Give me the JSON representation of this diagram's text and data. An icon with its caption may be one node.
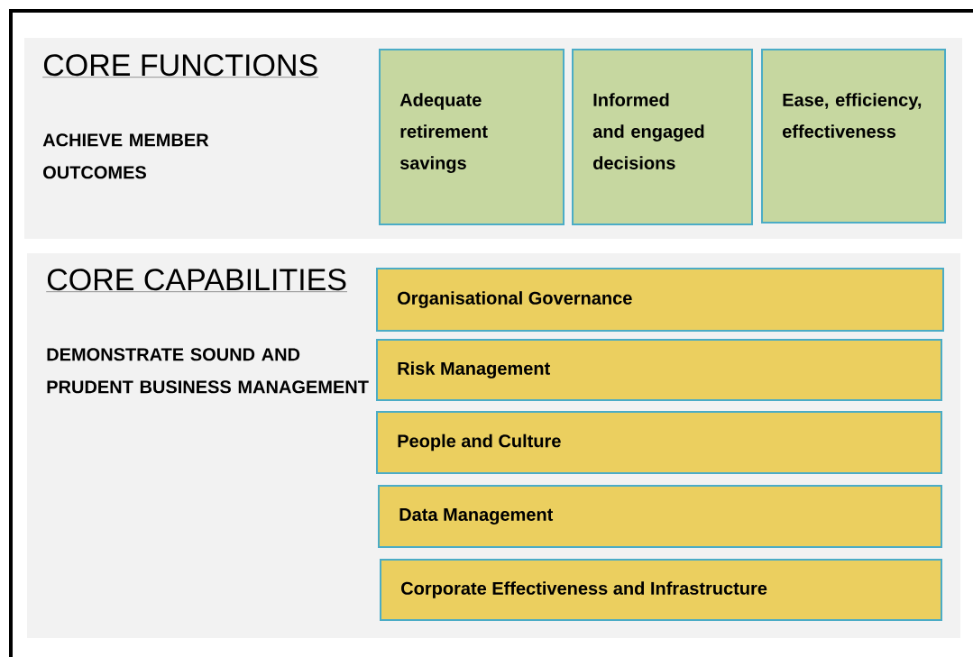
{
  "diagram": {
    "nodes": [
      {
        "text": [
          "CORE FUNCTIONS",
          "ACHIEVE MEMBER OUTCOMES"
        ]
      },
      {
        "text": [
          "Adequate retirement savings"
        ],
        "in": 0
      },
      {
        "text": [
          "Informed and engaged decisions"
        ],
        "in": 0
      },
      {
        "text": [
          "Ease, efficiency, effectiveness"
        ],
        "in": 0
      },
      {
        "text": [
          "CORE CAPABILITIES",
          "DEMONSTRATE SOUND AND PRUDENT BUSINESS MANAGEMENT"
        ]
      },
      {
        "text": [
          "Organisational Governance"
        ],
        "in": 4
      },
      {
        "text": [
          "Risk Management"
        ],
        "in": 4
      },
      {
        "text": [
          "People and Culture"
        ],
        "in": 4
      },
      {
        "text": [
          "Data Management"
        ],
        "in": 4
      },
      {
        "text": [
          "Corporate Effectiveness and Infrastructure"
        ],
        "in": 4
      }
    ]
  }
}
